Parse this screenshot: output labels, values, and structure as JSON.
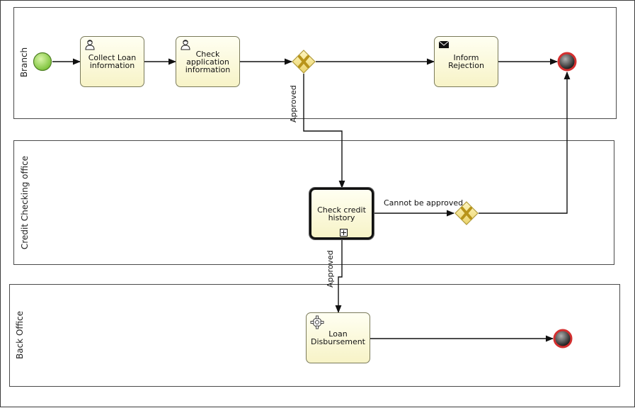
{
  "lanes": [
    {
      "label": "Branch"
    },
    {
      "label": "Credit Checking office"
    },
    {
      "label": "Back Office"
    }
  ],
  "tasks": {
    "collect": {
      "label": "Collect Loan\ninformation",
      "icon": "user-task-icon"
    },
    "check_app": {
      "label": "Check\napplication\ninformation",
      "icon": "user-task-icon"
    },
    "inform": {
      "label": "Inform\nRejection",
      "icon": "message-send-icon"
    },
    "credit": {
      "label": "Check credit\nhistory",
      "icon": "subprocess-plus-icon"
    },
    "disburse": {
      "label": "Loan\nDisbursement",
      "icon": "service-task-gear-icon"
    }
  },
  "flow_labels": {
    "approved_1": "Approved",
    "approved_2": "Approved",
    "cannot": "Cannot be approved"
  },
  "colors": {
    "start_event": "#8fd14f",
    "end_event_ring": "#d32f2f",
    "gateway_fill": "#f5e68a",
    "gateway_x": "#c9a227",
    "task_fill": "#fbf7d3"
  }
}
